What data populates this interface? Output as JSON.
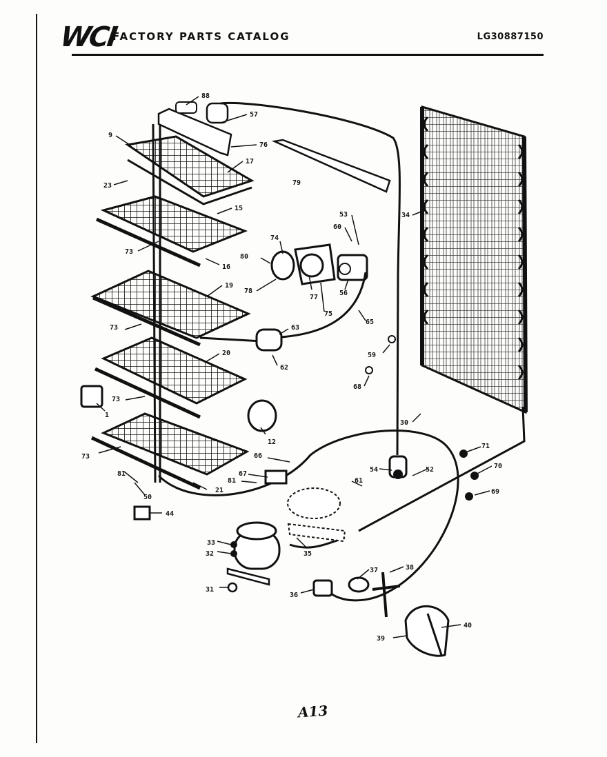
{
  "header": {
    "logo": "WCI",
    "title": "FACTORY PARTS CATALOG",
    "model_number": "LG30887150"
  },
  "page_code": "A13",
  "part_labels": [
    "88",
    "57",
    "9",
    "76",
    "17",
    "79",
    "23",
    "15",
    "53",
    "60",
    "34",
    "74",
    "73",
    "80",
    "16",
    "19",
    "78",
    "77",
    "56",
    "75",
    "73",
    "65",
    "63",
    "59",
    "20",
    "62",
    "68",
    "1",
    "73",
    "30",
    "12",
    "66",
    "71",
    "73",
    "54",
    "52",
    "67",
    "81",
    "81",
    "70",
    "61",
    "21",
    "50",
    "69",
    "44",
    "33",
    "32",
    "35",
    "37",
    "38",
    "31",
    "36",
    "40",
    "39"
  ]
}
